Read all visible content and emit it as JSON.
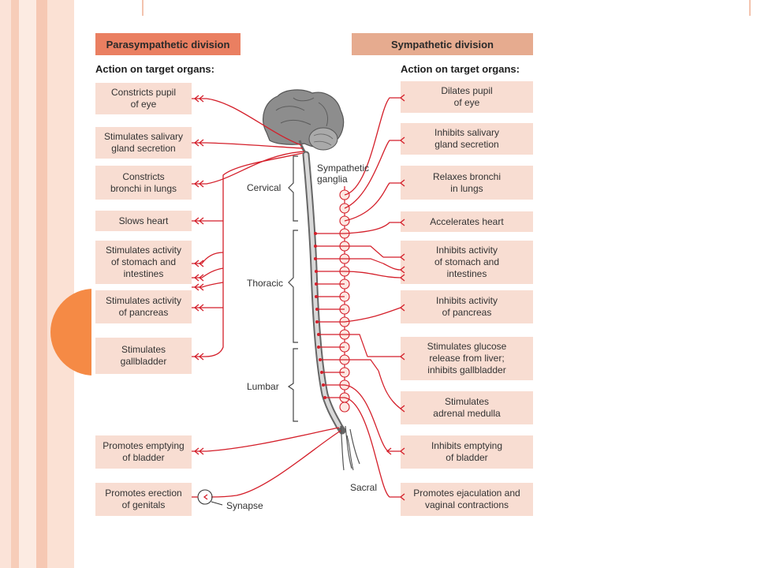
{
  "colors": {
    "nerve": "#d41f2a",
    "box_fill": "#f8ddd2",
    "para_header": "#ea7f61",
    "symp_header": "#e6ab8f",
    "accent_circle": "#f58a45"
  },
  "parasympathetic": {
    "title": "Parasympathetic division",
    "subtitle": "Action on target organs:",
    "targets": [
      {
        "text": "Constricts pupil\nof eye"
      },
      {
        "text": "Stimulates salivary\ngland secretion"
      },
      {
        "text": "Constricts\nbronchi in lungs"
      },
      {
        "text": "Slows heart"
      },
      {
        "text": "Stimulates activity\nof stomach and\nintestines"
      },
      {
        "text": "Stimulates activity\nof pancreas"
      },
      {
        "text": "Stimulates\ngallbladder"
      },
      {
        "text": "Promotes emptying\nof bladder"
      },
      {
        "text": "Promotes erection\nof genitals"
      }
    ]
  },
  "sympathetic": {
    "title": "Sympathetic division",
    "subtitle": "Action on target organs:",
    "targets": [
      {
        "text": "Dilates pupil\nof eye"
      },
      {
        "text": "Inhibits salivary\ngland secretion"
      },
      {
        "text": "Relaxes bronchi\nin lungs"
      },
      {
        "text": "Accelerates heart"
      },
      {
        "text": "Inhibits activity\nof stomach and\nintestines"
      },
      {
        "text": "Inhibits activity\nof pancreas"
      },
      {
        "text": "Stimulates glucose\nrelease from liver;\ninhibits gallbladder"
      },
      {
        "text": "Stimulates\nadrenal medulla"
      },
      {
        "text": "Inhibits emptying\nof bladder"
      },
      {
        "text": "Promotes ejaculation and\nvaginal contractions"
      }
    ]
  },
  "spinal_regions": {
    "cervical": "Cervical",
    "thoracic": "Thoracic",
    "lumbar": "Lumbar",
    "sacral": "Sacral"
  },
  "labels": {
    "ganglia": "Sympathetic\nganglia",
    "synapse": "Synapse"
  }
}
